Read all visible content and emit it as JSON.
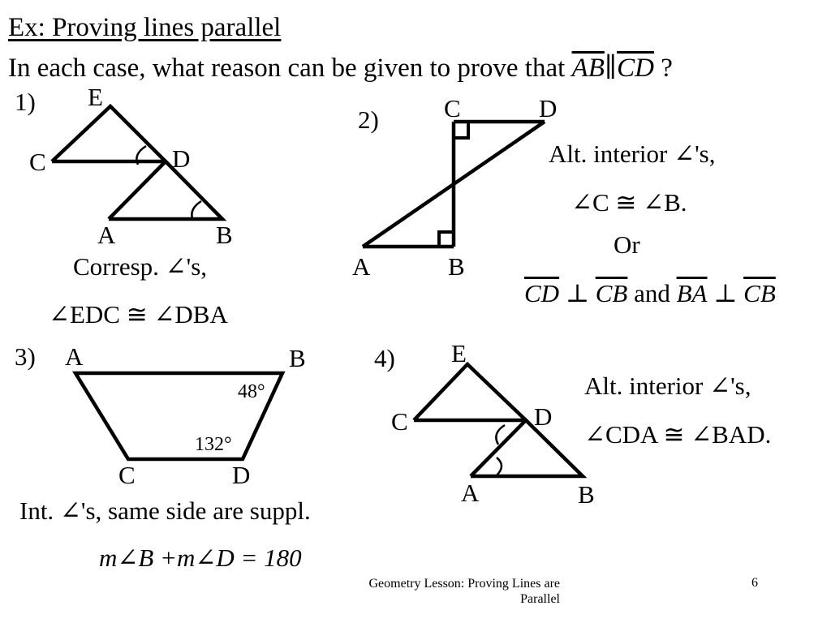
{
  "title": "Ex: Proving lines parallel",
  "question": {
    "prefix": "In each case, what reason can be given to prove that",
    "seg1": "AB",
    "parallel_symbol": "∥",
    "seg2": "CD",
    "suffix": "?"
  },
  "problems": [
    {
      "number": "1)",
      "points": [
        "E",
        "C",
        "D",
        "A",
        "B"
      ],
      "reason_line1": "Corresp. ∠'s,",
      "reason_line2": "∠EDC ≅ ∠DBA"
    },
    {
      "number": "2)",
      "points": [
        "C",
        "D",
        "A",
        "B"
      ],
      "reason_line1": "Alt. interior ∠'s,",
      "reason_line2": "∠C ≅ ∠B.",
      "or_label": "Or",
      "alt_reason": {
        "seg_a": "CD",
        "perp1": "⊥",
        "seg_b": "CB",
        "and_word": "and",
        "seg_c": "BA",
        "perp2": "⊥",
        "seg_d": "CB"
      }
    },
    {
      "number": "3)",
      "points": [
        "A",
        "B",
        "C",
        "D"
      ],
      "angle_labels": [
        "48°",
        "132°"
      ],
      "reason_line1": "Int. ∠'s, same side are suppl.",
      "reason_line2": "m∠B +m∠D = 180"
    },
    {
      "number": "4)",
      "points": [
        "E",
        "C",
        "D",
        "A",
        "B"
      ],
      "reason_line1": "Alt. interior ∠'s,",
      "reason_line2": "∠CDA ≅ ∠BAD."
    }
  ],
  "footer": {
    "line1": "Geometry Lesson: Proving Lines are",
    "line2": "Parallel",
    "page_number": "6"
  }
}
